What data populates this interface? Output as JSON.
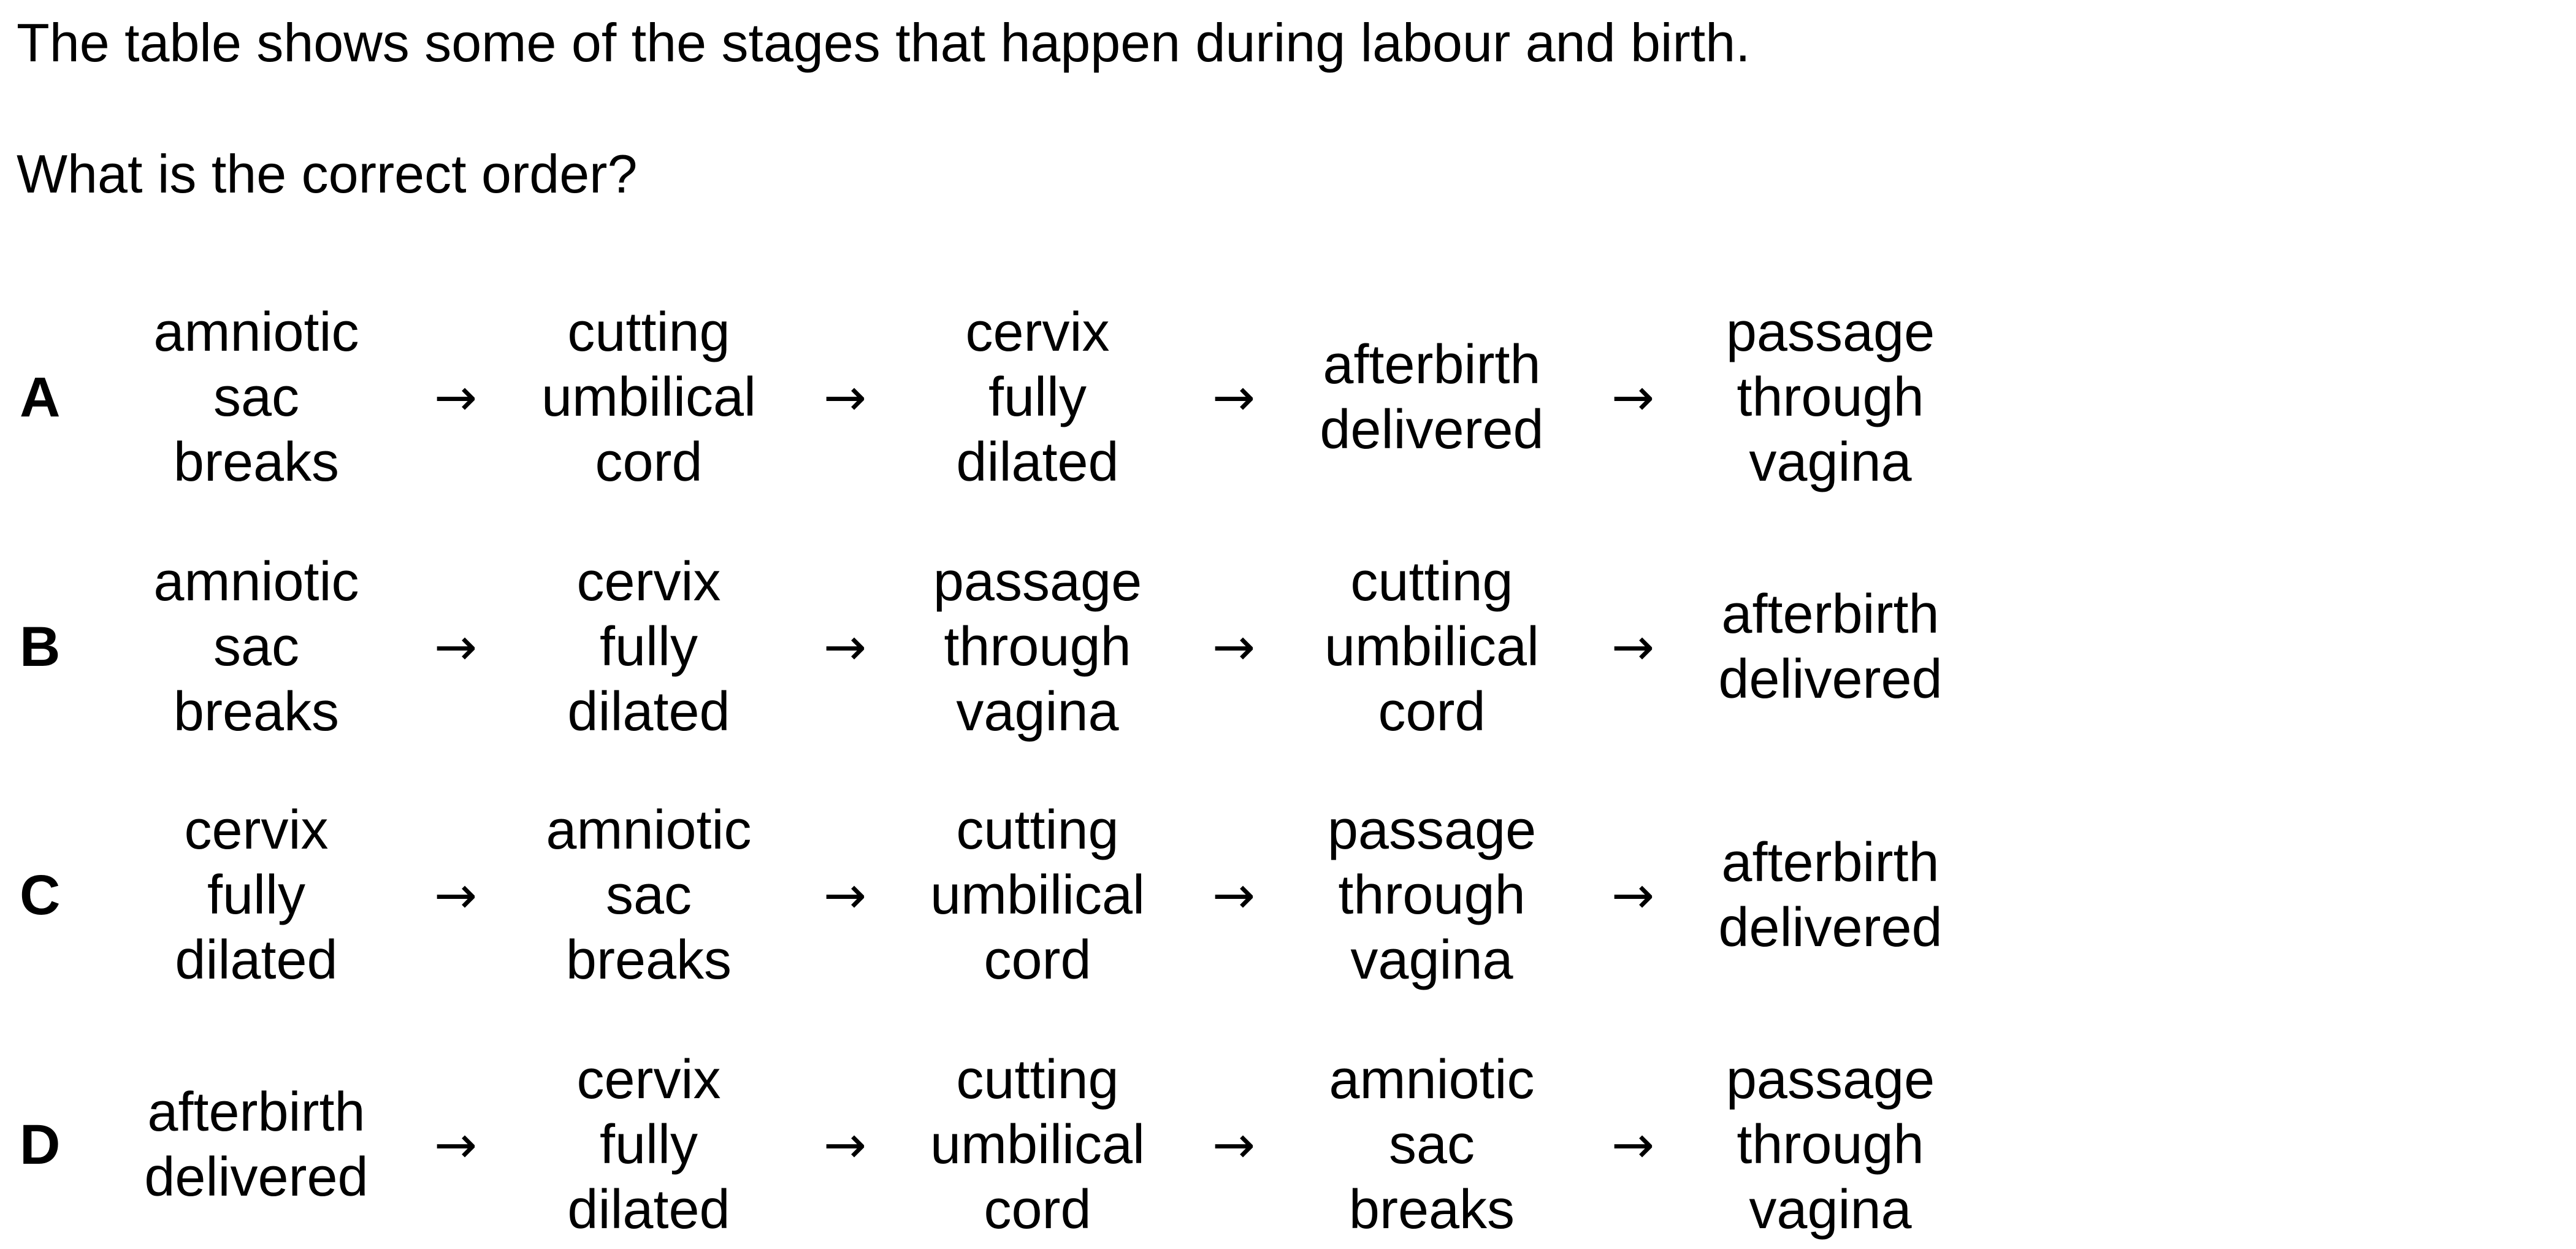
{
  "intro": "The table shows some of the stages that happen during labour and birth.",
  "question": "What is the correct order?",
  "arrow_symbol": "→",
  "options": [
    {
      "letter": "A",
      "stages": [
        [
          "amniotic",
          "sac",
          "breaks"
        ],
        [
          "cutting",
          "umbilical",
          "cord"
        ],
        [
          "cervix",
          "fully",
          "dilated"
        ],
        [
          "afterbirth",
          "delivered"
        ],
        [
          "passage",
          "through",
          "vagina"
        ]
      ]
    },
    {
      "letter": "B",
      "stages": [
        [
          "amniotic",
          "sac",
          "breaks"
        ],
        [
          "cervix",
          "fully",
          "dilated"
        ],
        [
          "passage",
          "through",
          "vagina"
        ],
        [
          "cutting",
          "umbilical",
          "cord"
        ],
        [
          "afterbirth",
          "delivered"
        ]
      ]
    },
    {
      "letter": "C",
      "stages": [
        [
          "cervix",
          "fully",
          "dilated"
        ],
        [
          "amniotic",
          "sac",
          "breaks"
        ],
        [
          "cutting",
          "umbilical",
          "cord"
        ],
        [
          "passage",
          "through",
          "vagina"
        ],
        [
          "afterbirth",
          "delivered"
        ]
      ]
    },
    {
      "letter": "D",
      "stages": [
        [
          "afterbirth",
          "delivered"
        ],
        [
          "cervix",
          "fully",
          "dilated"
        ],
        [
          "cutting",
          "umbilical",
          "cord"
        ],
        [
          "amniotic",
          "sac",
          "breaks"
        ],
        [
          "passage",
          "through",
          "vagina"
        ]
      ]
    }
  ]
}
